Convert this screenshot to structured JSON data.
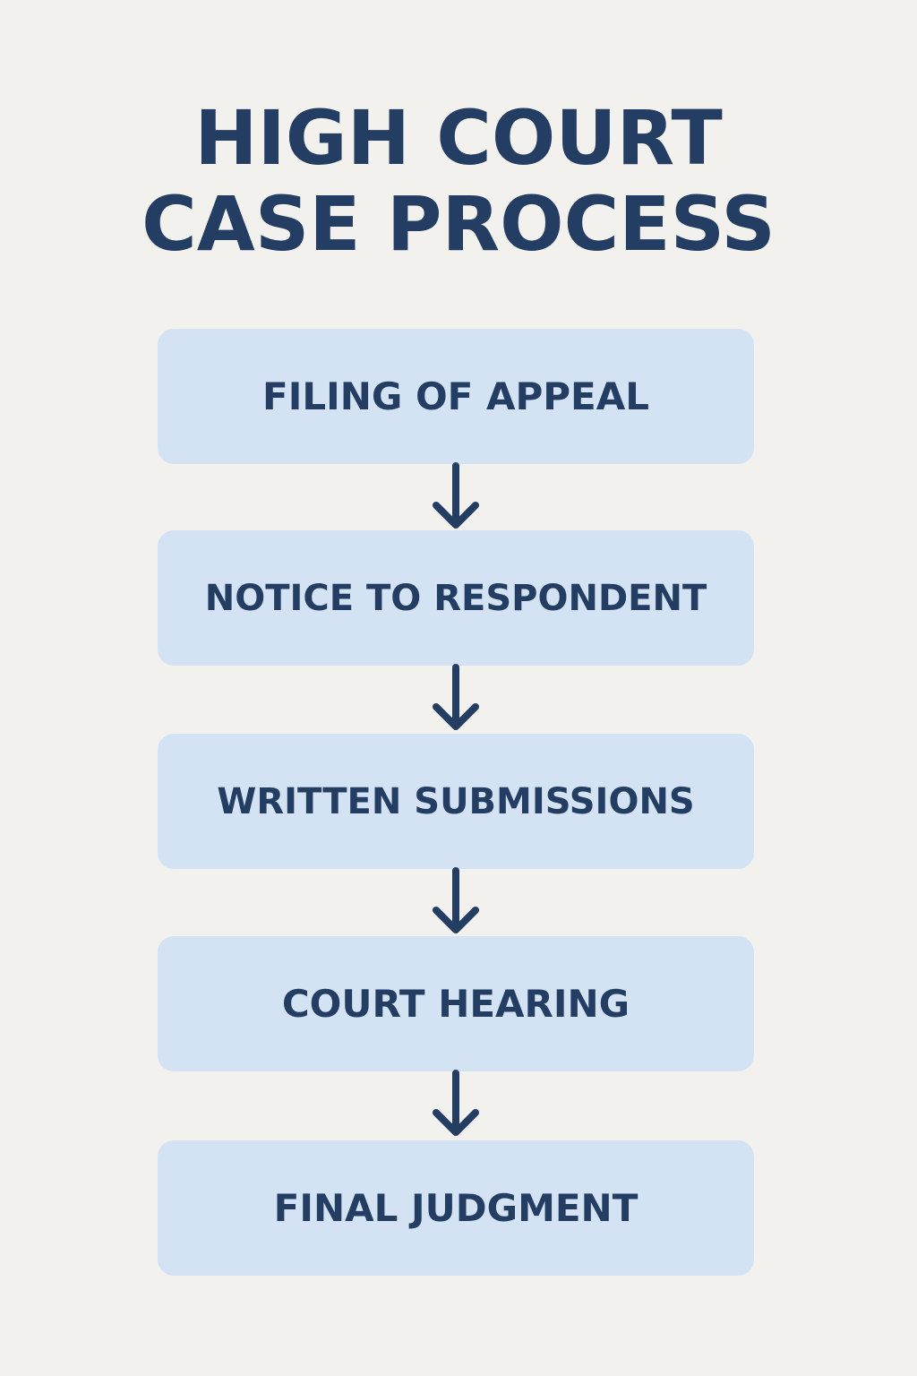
{
  "title": {
    "line_1": "HIGH COURT",
    "line_2": "CASE PROCESS"
  },
  "steps": [
    {
      "label": "FILING OF APPEAL"
    },
    {
      "label": "NOTICE TO RESPONDENT"
    },
    {
      "label": "WRITTEN SUBMISSIONS"
    },
    {
      "label": "COURT HEARING"
    },
    {
      "label": "FINAL JUDGMENT"
    }
  ],
  "connectors": [
    {
      "icon": "arrow-down-icon"
    },
    {
      "icon": "arrow-down-icon"
    },
    {
      "icon": "arrow-down-icon"
    },
    {
      "icon": "arrow-down-icon"
    }
  ],
  "colors": {
    "background": "#f2f1ee",
    "box_fill": "#d4e3f4",
    "text_and_arrows": "#243d62"
  }
}
